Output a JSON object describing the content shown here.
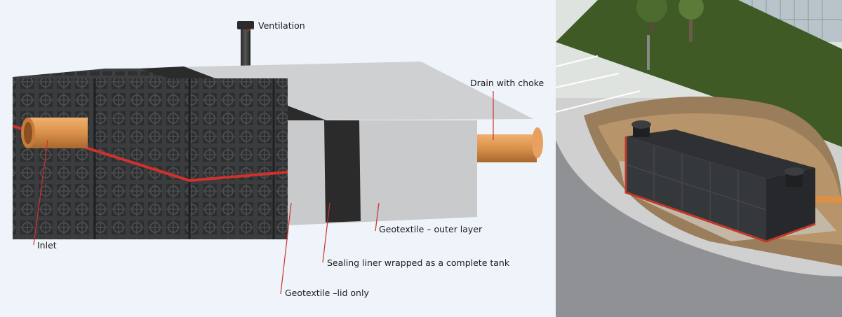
{
  "diagram": {
    "labels": {
      "ventilation": "Ventilation",
      "drain": "Drain with choke",
      "inlet": "Inlet",
      "geotextile_outer": "Geotextile – outer layer",
      "sealing_liner": "Sealing liner wrapped as a complete tank",
      "geotextile_lid": "Geotextile –lid only"
    },
    "colors": {
      "leader_line": "#d0312d",
      "crate": "#3a3c3e",
      "geotextile": "#c9cacc",
      "liner": "#2b2b2b",
      "pipe": "#d9914a",
      "background": "#eef4f9"
    }
  }
}
